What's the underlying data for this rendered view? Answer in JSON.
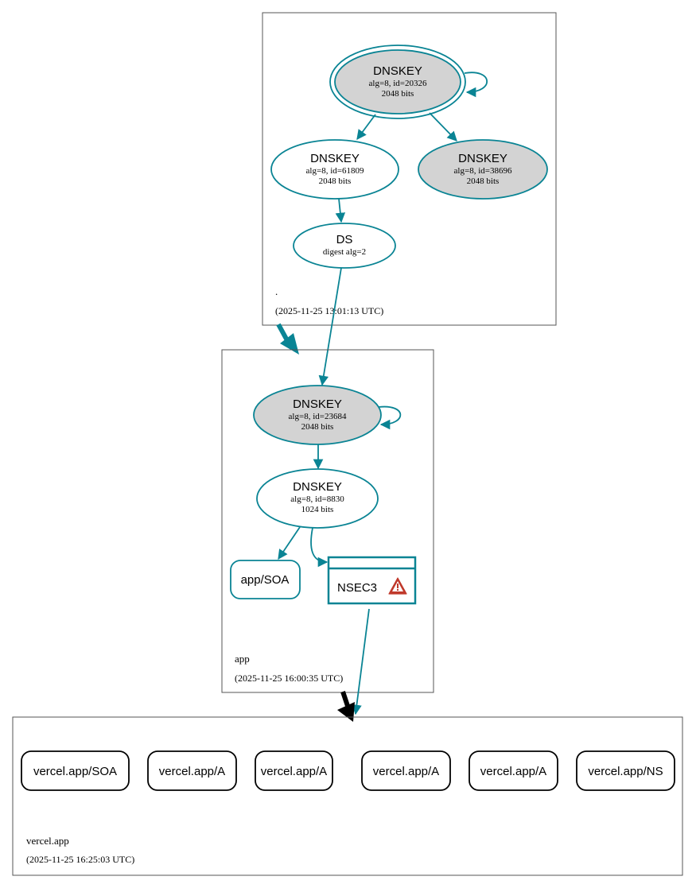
{
  "colors": {
    "accent": "#0a8494",
    "key_fill": "#d3d3d3",
    "black": "#000000",
    "warning": "#c0392b"
  },
  "zones": {
    "root": {
      "name": ".",
      "timestamp": "(2025-11-25 13:01:13 UTC)",
      "nodes": [
        {
          "id": "root-ksk",
          "title": "DNSKEY",
          "line1": "alg=8, id=20326",
          "line2": "2048 bits",
          "fill": "gray",
          "double_border": true
        },
        {
          "id": "root-zsk-61809",
          "title": "DNSKEY",
          "line1": "alg=8, id=61809",
          "line2": "2048 bits",
          "fill": "white"
        },
        {
          "id": "root-key-38696",
          "title": "DNSKEY",
          "line1": "alg=8, id=38696",
          "line2": "2048 bits",
          "fill": "gray"
        },
        {
          "id": "root-ds",
          "title": "DS",
          "line1": "digest alg=2",
          "line2": "",
          "fill": "white"
        }
      ]
    },
    "app": {
      "name": "app",
      "timestamp": "(2025-11-25 16:00:35 UTC)",
      "nodes": [
        {
          "id": "app-ksk",
          "title": "DNSKEY",
          "line1": "alg=8, id=23684",
          "line2": "2048 bits",
          "fill": "gray"
        },
        {
          "id": "app-zsk",
          "title": "DNSKEY",
          "line1": "alg=8, id=8830",
          "line2": "1024 bits",
          "fill": "white"
        }
      ],
      "soa_label": "app/SOA",
      "nsec3_label": "NSEC3",
      "nsec3_icon": "warning-triangle-icon"
    },
    "vercel": {
      "name": "vercel.app",
      "timestamp": "(2025-11-25 16:25:03 UTC)",
      "records": [
        "vercel.app/SOA",
        "vercel.app/A",
        "vercel.app/A",
        "vercel.app/A",
        "vercel.app/A",
        "vercel.app/NS"
      ]
    }
  }
}
